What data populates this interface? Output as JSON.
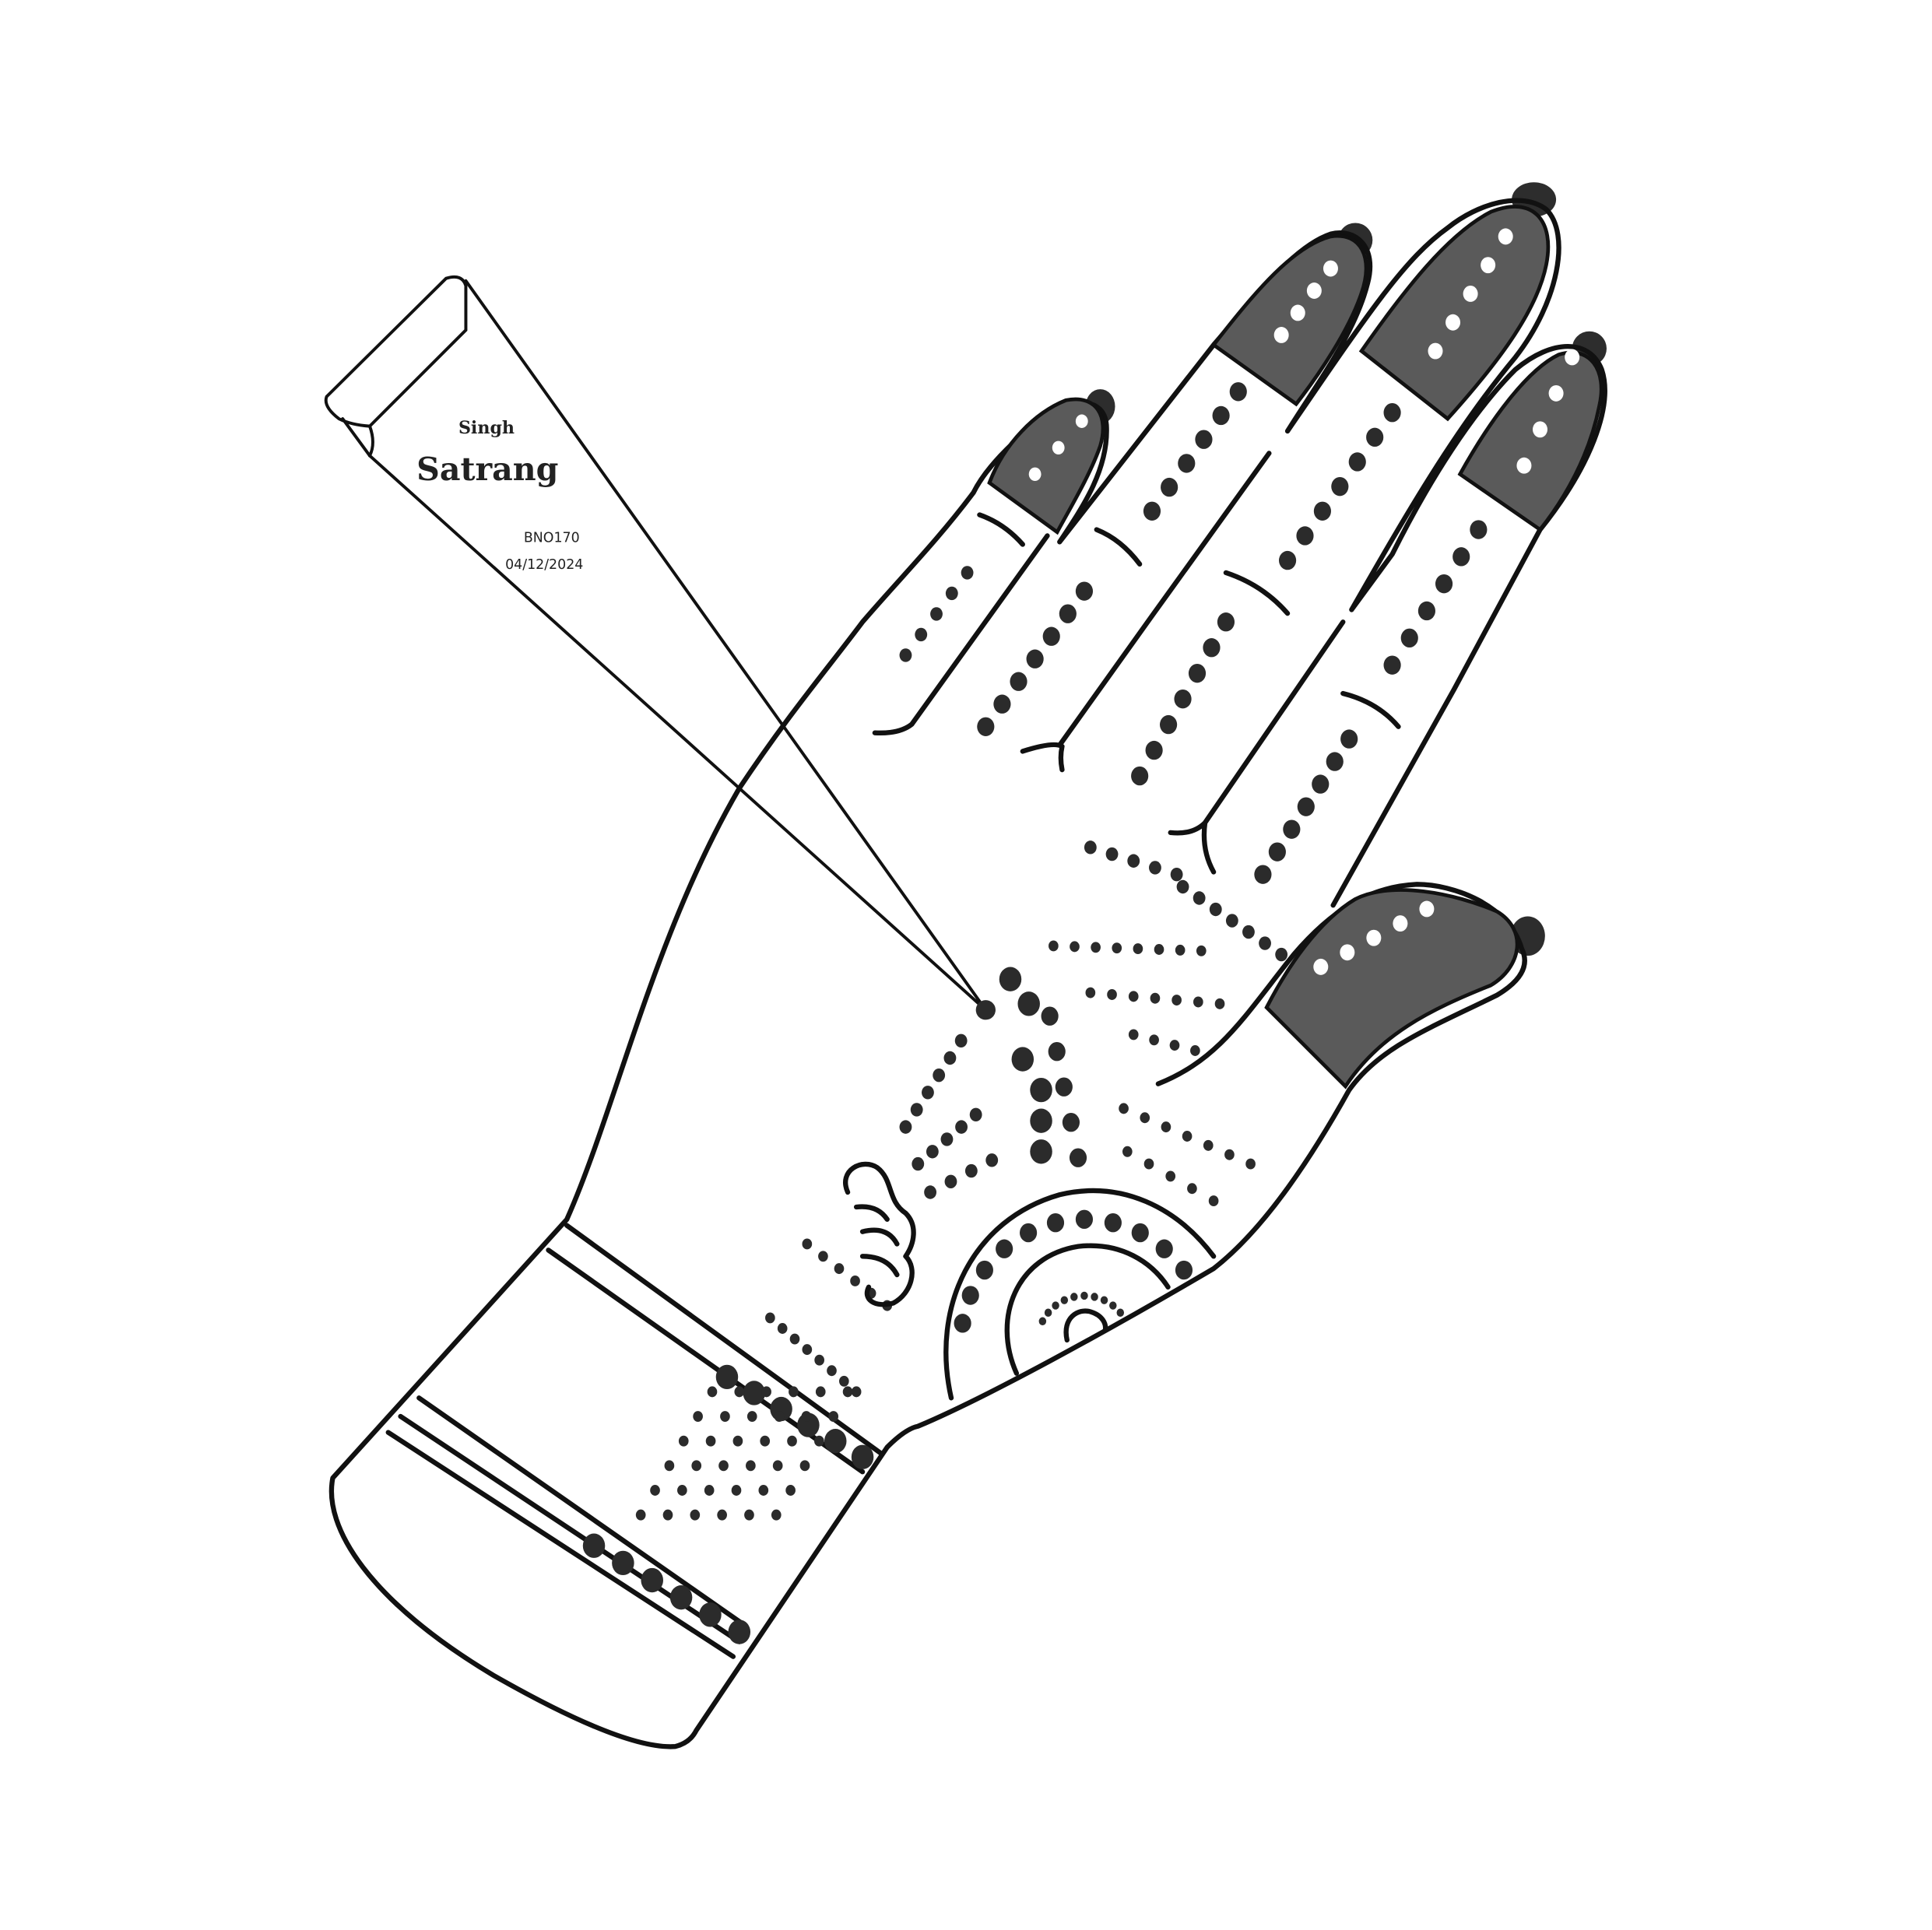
{
  "cone": {
    "brand_top": "Singh",
    "brand_main": "Satrang",
    "batch_code": "BNO170",
    "date": "04/12/2024"
  },
  "colors": {
    "nail": "#5a5a5a",
    "ink": "#2b2b2b",
    "outline": "#111111",
    "background": "#ffffff"
  }
}
